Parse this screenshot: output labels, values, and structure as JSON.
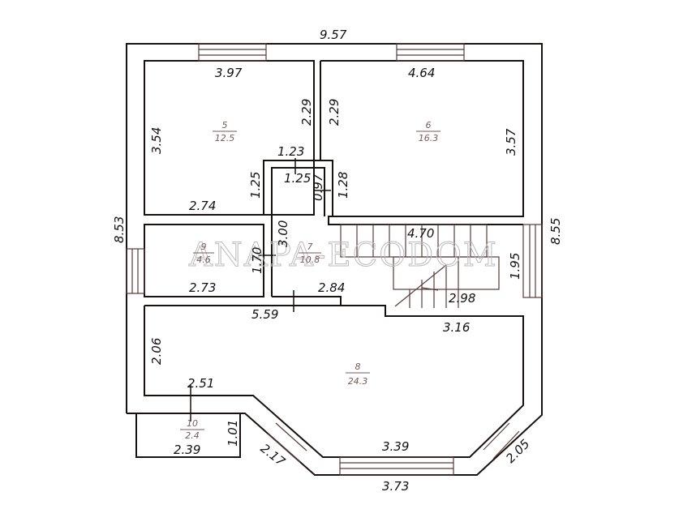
{
  "plan": {
    "watermark": "ANAPA-ECODOM",
    "overall": {
      "top": "9.57",
      "left": "8.53",
      "right": "8.55"
    },
    "rooms": [
      {
        "number": "5",
        "area": "12.5"
      },
      {
        "number": "6",
        "area": "16.3"
      },
      {
        "number": "9",
        "area": "4.6"
      },
      {
        "number": "7",
        "area": "10.8"
      },
      {
        "number": "8",
        "area": "24.3"
      },
      {
        "number": "10",
        "area": "2.4"
      }
    ],
    "dims": {
      "d397": "3.97",
      "d464": "4.64",
      "d229a": "2.29",
      "d229b": "2.29",
      "d354": "3.54",
      "d357": "3.57",
      "d123": "1.23",
      "d125a": "1.25",
      "d125b": "1.25",
      "d097": "0.97",
      "d128": "1.28",
      "d274": "2.74",
      "d300": "3.00",
      "d170": "1.70",
      "d273": "2.73",
      "d284": "2.84",
      "d559": "5.59",
      "d470": "4.70",
      "d195": "1.95",
      "d298": "2.98",
      "d316": "3.16",
      "d206": "2.06",
      "d251": "2.51",
      "d101": "1.01",
      "d239": "2.39",
      "d217": "2.17",
      "d339": "3.39",
      "d373": "3.73",
      "d205": "2.05"
    }
  }
}
